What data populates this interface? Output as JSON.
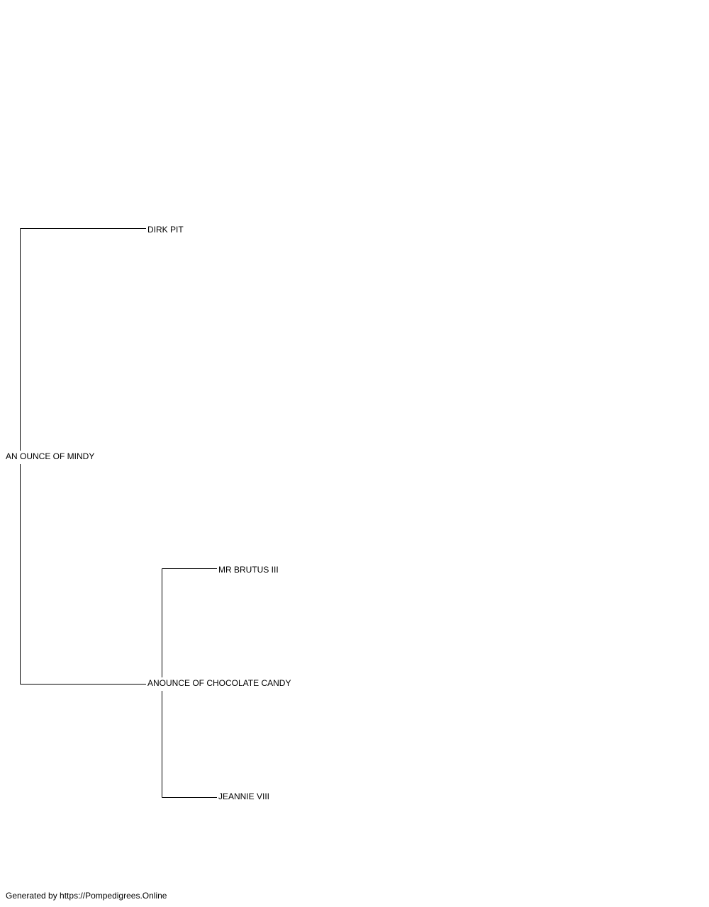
{
  "pedigree": {
    "subject": {
      "name": "AN OUNCE OF MINDY"
    },
    "sire": {
      "name": "DIRK PIT"
    },
    "dam": {
      "name": "ANOUNCE OF CHOCOLATE CANDY",
      "sire": {
        "name": "MR BRUTUS III"
      },
      "dam": {
        "name": "JEANNIE VIII"
      }
    }
  },
  "footer": {
    "text": "Generated by https://Pompedigrees.Online"
  },
  "colors": {
    "line": "#000000",
    "text": "#000000",
    "background": "#ffffff"
  }
}
